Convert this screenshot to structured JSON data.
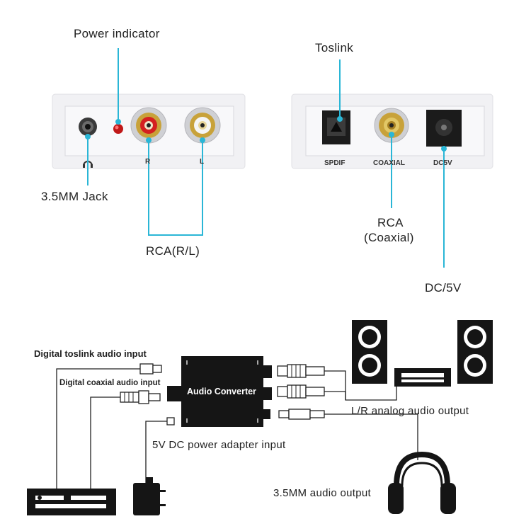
{
  "front_panel": {
    "power_indicator": "Power indicator",
    "jack_label": "3.5MM Jack",
    "rca_rl_label": "RCA(R/L)",
    "port_r": "R",
    "port_l": "L"
  },
  "back_panel": {
    "toslink_label": "Toslink",
    "rca_coaxial_line1": "RCA",
    "rca_coaxial_line2": "(Coaxial)",
    "dc_label": "DC/5V",
    "port_spdif": "SPDIF",
    "port_coaxial": "COAXIAL",
    "port_dc": "DC5V"
  },
  "connection_diagram": {
    "toslink_input": "Digital  toslink audio input",
    "coaxial_input": "Digital  coaxial audio input",
    "device_title": "Audio Converter",
    "power_input": "5V DC power adapter input",
    "analog_output": "L/R analog audio output",
    "headphone_output": "3.5MM audio output"
  },
  "colors": {
    "callout": "#2ab6d6",
    "panel": "#f4f4f6",
    "device": "#151515",
    "gold": "#c8a23a",
    "indicator": "#d42020"
  }
}
